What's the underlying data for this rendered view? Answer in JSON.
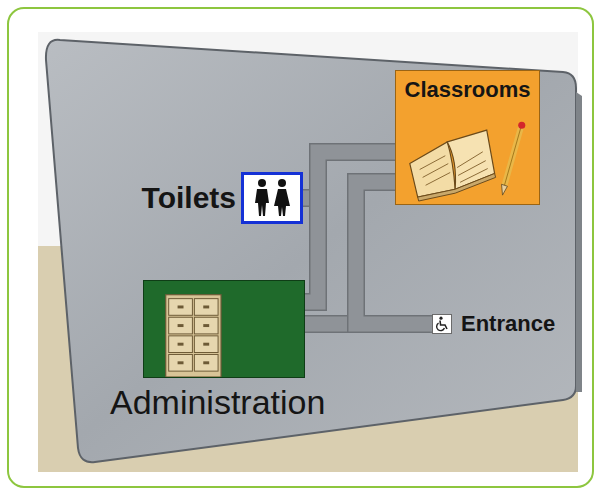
{
  "diagram": {
    "nodes": [
      {
        "text": [
          "Classrooms"
        ]
      },
      {
        "text": [
          "Toilets"
        ]
      },
      {
        "text": [
          "Administration"
        ]
      },
      {
        "text": [
          "Entrance"
        ]
      }
    ],
    "edges": [
      {
        "from": 0,
        "to": 1,
        "arrow": "none"
      },
      {
        "from": 0,
        "to": 2,
        "arrow": "none"
      },
      {
        "from": 2,
        "to": 3,
        "arrow": "none"
      },
      {
        "from": 0,
        "to": 3,
        "arrow": "none"
      }
    ]
  }
}
